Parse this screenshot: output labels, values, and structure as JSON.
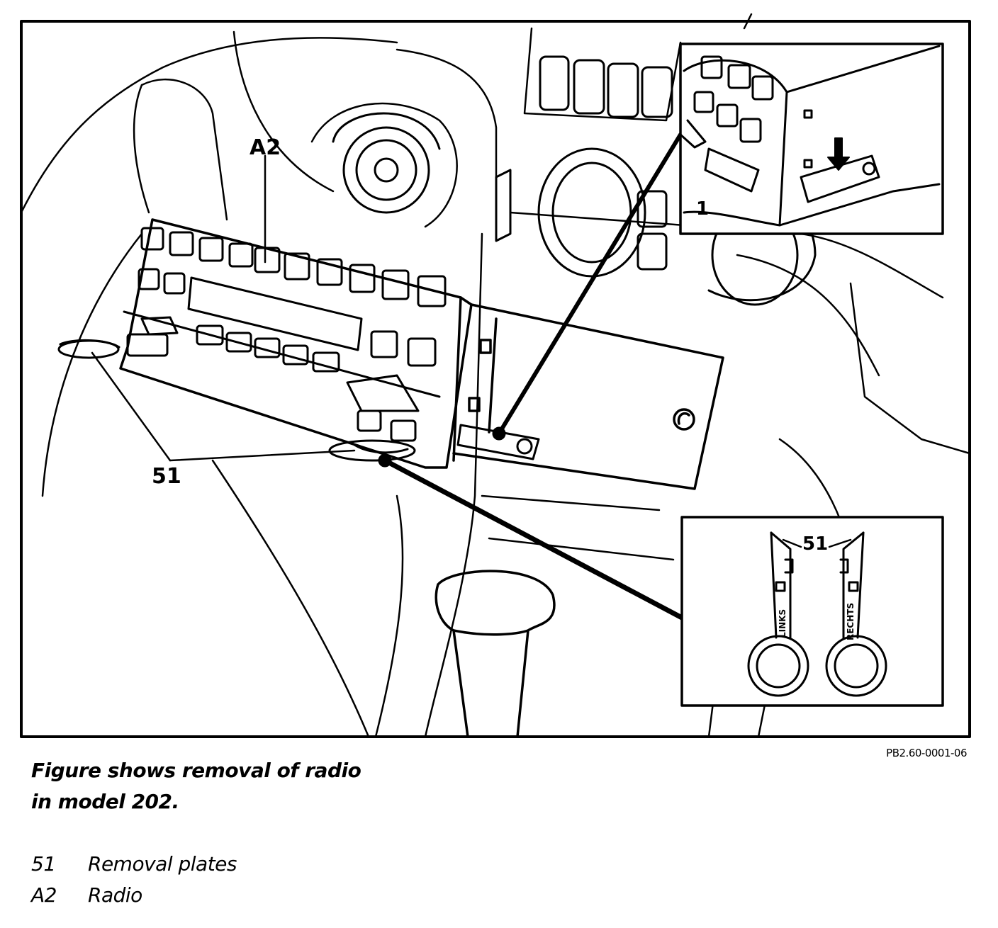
{
  "figure": {
    "labels": {
      "radio": "A2",
      "plates": "51",
      "inset_top": "1",
      "inset_bottom": "51",
      "links": "LINKS",
      "rechts": "RECHTS"
    },
    "code": "PB2.60-0001-06"
  },
  "caption": {
    "line1": "Figure shows removal of radio",
    "line2": "in model 202."
  },
  "legend": {
    "items": [
      {
        "code": "51",
        "text": "Removal plates"
      },
      {
        "code": "A2",
        "text": "Radio"
      }
    ]
  }
}
